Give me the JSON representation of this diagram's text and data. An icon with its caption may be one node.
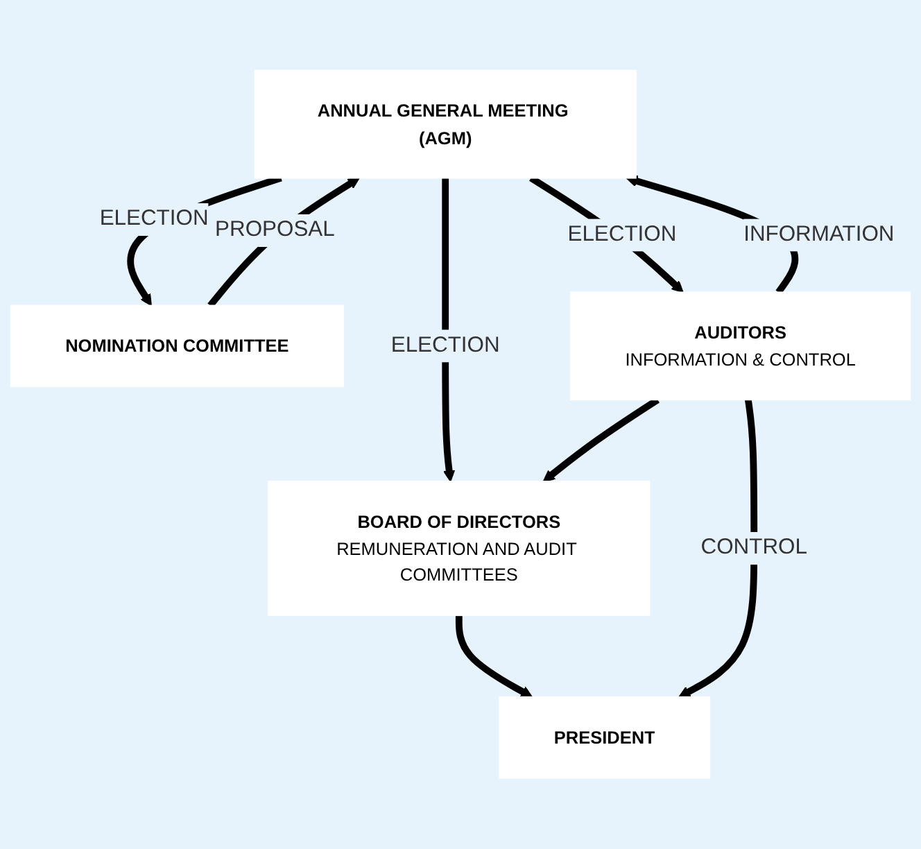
{
  "diagram": {
    "nodes": [
      {
        "text": [
          "ANNUAL GENERAL MEETING (AGM)"
        ]
      },
      {
        "text": [
          "NOMINATION COMMITTEE"
        ]
      },
      {
        "text": [
          "BOARD OF DIRECTORS",
          "REMUNERATION AND AUDIT COMMITTEES"
        ]
      },
      {
        "text": [
          "AUDITORS",
          "INFORMATION & CONTROL"
        ]
      },
      {
        "text": [
          "PRESIDENT"
        ]
      }
    ],
    "edges": [
      {
        "from": 0,
        "to": 1,
        "arrow": "to",
        "label": "ELECTION"
      },
      {
        "from": 1,
        "to": 0,
        "arrow": "to",
        "label": "PROPOSAL"
      },
      {
        "from": 0,
        "to": 2,
        "arrow": "to",
        "label": "ELECTION"
      },
      {
        "from": 0,
        "to": 3,
        "arrow": "to",
        "label": "ELECTION"
      },
      {
        "from": 3,
        "to": 0,
        "arrow": "to",
        "label": "INFORMATION"
      },
      {
        "from": 3,
        "to": 2,
        "arrow": "to"
      },
      {
        "from": 2,
        "to": 4,
        "arrow": "to"
      },
      {
        "from": 3,
        "to": 4,
        "arrow": "to",
        "label": "CONTROL"
      }
    ]
  }
}
